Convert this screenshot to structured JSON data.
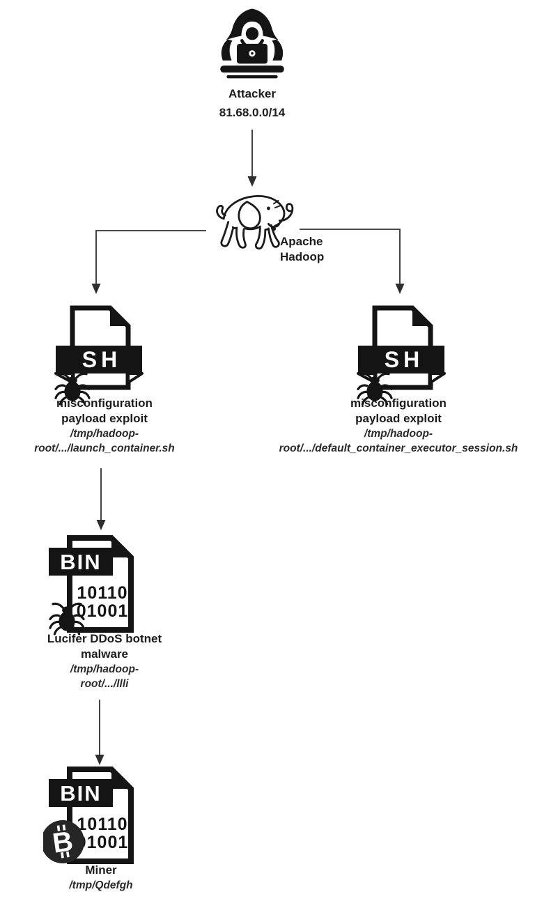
{
  "colors": {
    "ink": "#1a1a1a",
    "text": "#1e1e1e",
    "arrow": "#303030",
    "coin": "#262626",
    "badge_text": "#ffffff",
    "background": "#ffffff"
  },
  "attacker": {
    "icon": "hacker-icon",
    "label": "Attacker",
    "cidr": "81.68.0.0/14"
  },
  "hadoop": {
    "icon": "hadoop-elephant-icon",
    "label_line1": "Apache",
    "label_line2": "Hadoop"
  },
  "badges": {
    "sh": "SH",
    "bin": "BIN",
    "binary_line1": "10110",
    "binary_line2": "01001"
  },
  "exploit_left": {
    "icon": "sh-file-bug-icon",
    "title_line1": "misconfiguration",
    "title_line2": "payload exploit",
    "path_line1": "/tmp/hadoop-",
    "path_line2": "root/.../launch_container.sh"
  },
  "exploit_right": {
    "icon": "sh-file-bug-icon",
    "title_line1": "misconfiguration",
    "title_line2": "payload exploit",
    "path_line1": "/tmp/hadoop-",
    "path_line2": "root/.../default_container_executor_session.sh"
  },
  "lucifer": {
    "icon": "bin-file-bug-icon",
    "title_line1": "Lucifer DDoS botnet",
    "title_line2": "malware",
    "path_line1": "/tmp/hadoop-",
    "path_line2": "root/.../llli"
  },
  "miner": {
    "icon": "bin-file-bitcoin-icon",
    "title": "Miner",
    "path": "/tmp/Qdefgh"
  }
}
